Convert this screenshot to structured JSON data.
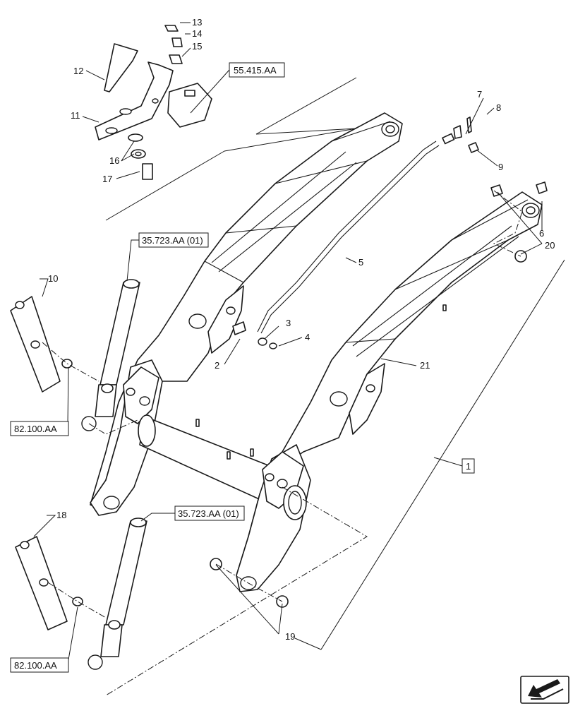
{
  "callouts": {
    "n1": "1",
    "n2": "2",
    "n3": "3",
    "n4": "4",
    "n5": "5",
    "n6": "6",
    "n7": "7",
    "n8": "8",
    "n9": "9",
    "n10": "10",
    "n11": "11",
    "n12": "12",
    "n13": "13",
    "n14": "14",
    "n15": "15",
    "n16": "16",
    "n17": "17",
    "n18": "18",
    "n19": "19",
    "n20": "20",
    "n21": "21"
  },
  "refs": {
    "r55415": "55.415.AA",
    "r35723_top": "35.723.AA (01)",
    "r35723_bottom": "35.723.AA (01)",
    "r82100_top": "82.100.AA",
    "r82100_bottom": "82.100.AA"
  },
  "nav": {
    "icon": "previous-page-arrow-icon"
  }
}
